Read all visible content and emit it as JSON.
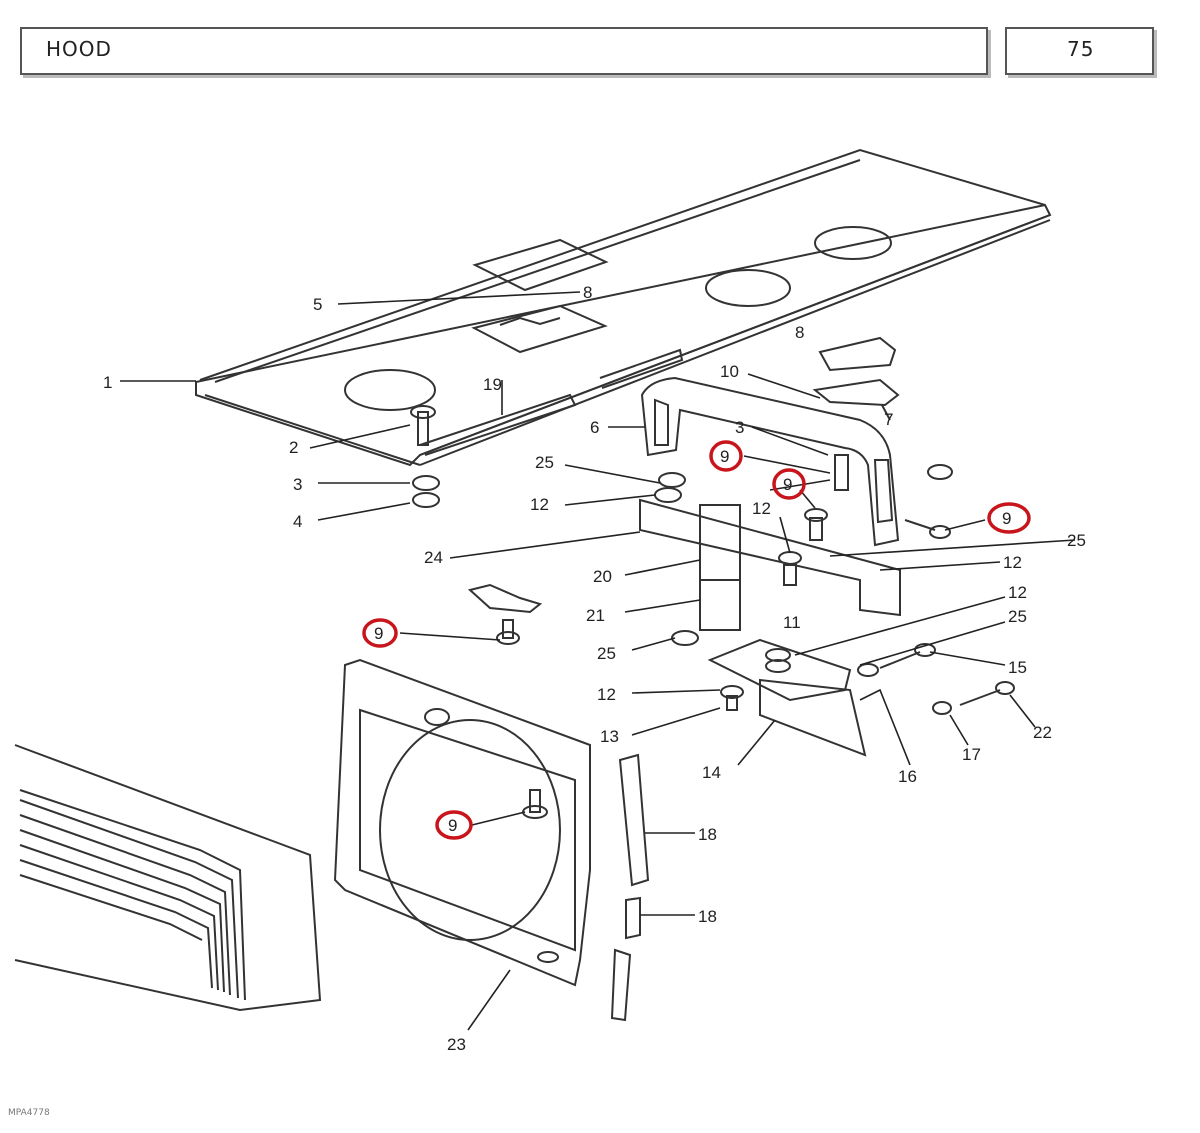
{
  "header": {
    "title": "HOOD",
    "page": "75"
  },
  "figure_code": "MPA4778",
  "part_labels": [
    "1",
    "2",
    "3",
    "4",
    "5",
    "6",
    "3",
    "8",
    "10",
    "7",
    "8",
    "19",
    "25",
    "12",
    "9",
    "9",
    "12",
    "9",
    "25",
    "24",
    "12",
    "20",
    "21",
    "11",
    "12",
    "25",
    "9",
    "25",
    "12",
    "15",
    "13",
    "14",
    "16",
    "17",
    "22",
    "9",
    "18",
    "18",
    "23"
  ],
  "highlighted_part": "9",
  "highlight_color": "#c8151b"
}
